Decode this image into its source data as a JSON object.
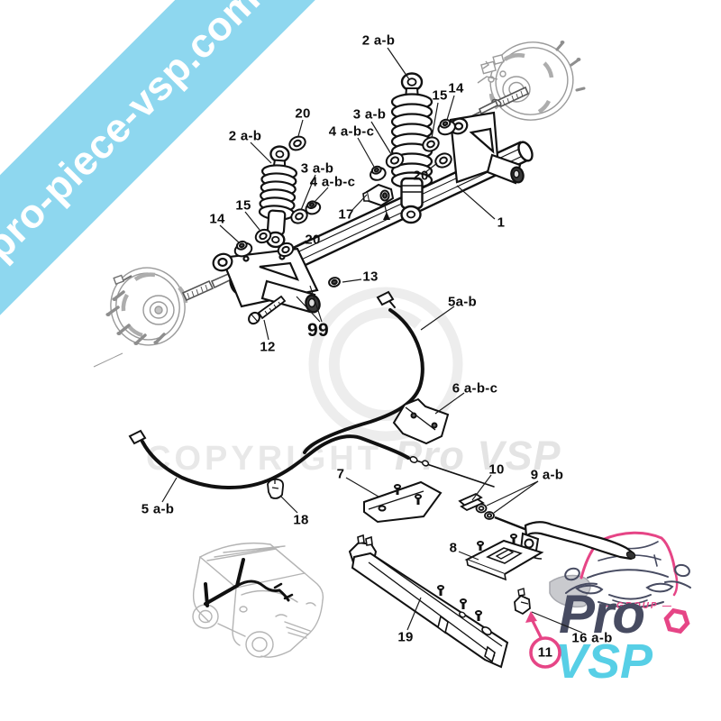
{
  "watermark": {
    "ribbon_text": "pro-piece-vsp.com",
    "copyright_text": "COPYRIGHT",
    "brand_text": "Pro VSP"
  },
  "logo": {
    "group_text": "— GROUP —",
    "line1": "Pro",
    "line2": "VSP"
  },
  "colors": {
    "ribbon_blue": "#8ED7EF",
    "accent_pink": "#E64586",
    "logo_navy": "#474B61",
    "logo_blue": "#57CFE6",
    "watermark_gray": "#e8e8e8"
  },
  "diagram": {
    "labels": [
      {
        "text": "2 a-b"
      },
      {
        "text": "20"
      },
      {
        "text": "2 a-b"
      },
      {
        "text": "15"
      },
      {
        "text": "14"
      },
      {
        "text": "3 a-b"
      },
      {
        "text": "4 a-b-c"
      },
      {
        "text": "3 a-b"
      },
      {
        "text": "4 a-b-c"
      },
      {
        "text": "15"
      },
      {
        "text": "14"
      },
      {
        "text": "20"
      },
      {
        "text": "20"
      },
      {
        "text": "17"
      },
      {
        "text": "1"
      },
      {
        "text": "13"
      },
      {
        "text": "99"
      },
      {
        "text": "12"
      },
      {
        "text": "5a-b"
      },
      {
        "text": "6 a-b-c"
      },
      {
        "text": "5 a-b"
      },
      {
        "text": "18"
      },
      {
        "text": "7"
      },
      {
        "text": "10"
      },
      {
        "text": "9 a-b"
      },
      {
        "text": "8"
      },
      {
        "text": "19"
      },
      {
        "text": "16 a-b"
      }
    ],
    "circled_label": {
      "text": "11"
    }
  }
}
